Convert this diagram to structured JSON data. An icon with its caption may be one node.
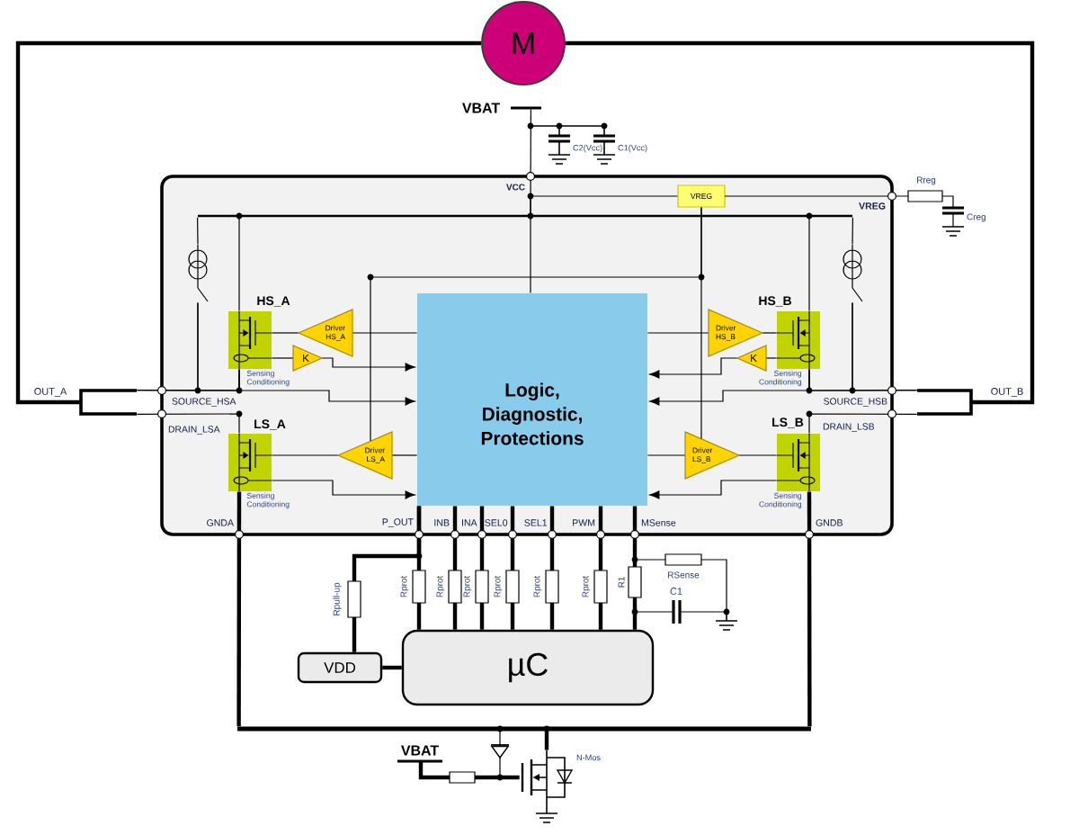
{
  "diagram": {
    "nodes": [
      {
        "text": [
          "M"
        ]
      },
      {
        "text": [],
        "shape": "box"
      },
      {
        "text": [
          "VREG"
        ],
        "in": 1
      },
      {
        "text": [
          "Logic, Diagnostic, Protections"
        ],
        "in": 1
      },
      {
        "text": [
          "HS_A"
        ],
        "beside": [
          "Sensing Conditioning"
        ],
        "in": 1
      },
      {
        "text": [
          "Driver HS_A"
        ],
        "in": 1
      },
      {
        "text": [
          "K"
        ],
        "in": 1
      },
      {
        "text": [
          "HS_B"
        ],
        "beside": [
          "Sensing Conditioning"
        ],
        "in": 1
      },
      {
        "text": [
          "Driver HS_B"
        ],
        "in": 1
      },
      {
        "text": [
          "K"
        ],
        "in": 1
      },
      {
        "text": [
          "LS_A"
        ],
        "beside": [
          "Sensing Conditioning"
        ],
        "in": 1
      },
      {
        "text": [
          "Driver LS_A"
        ],
        "in": 1
      },
      {
        "text": [
          "LS_B"
        ],
        "beside": [
          "Sensing Conditioning"
        ],
        "in": 1
      },
      {
        "text": [
          "Driver LS_B"
        ],
        "in": 1
      },
      {
        "text": [
          "VDD"
        ]
      },
      {
        "text": [
          "µC"
        ]
      },
      {
        "text": [
          "OUT_A"
        ]
      },
      {
        "text": [
          "OUT_B"
        ]
      },
      {
        "text": [],
        "shape": "bar",
        "in": 1
      },
      {
        "text": [],
        "shape": "circle",
        "in": 1
      },
      {
        "text": [],
        "shape": "circle",
        "in": 1
      },
      {
        "text": [],
        "shape": "bar"
      },
      {
        "text": [],
        "shape": "transistor",
        "beside": [
          "N-Mos"
        ]
      },
      {
        "text": [
          "VBAT"
        ]
      },
      {
        "text": [
          "VBAT"
        ]
      }
    ],
    "edges": [
      {
        "from": 0,
        "to": 16,
        "arrow": "none",
        "style": "thick"
      },
      {
        "from": 0,
        "to": 17,
        "arrow": "none",
        "style": "thick"
      },
      {
        "from": 3,
        "to": 5,
        "arrow": "none"
      },
      {
        "from": 5,
        "to": 4,
        "arrow": "none"
      },
      {
        "from": 4,
        "to": 6,
        "arrow": "none"
      },
      {
        "from": 6,
        "to": 3,
        "arrow": "to"
      },
      {
        "from": 4,
        "to": 3,
        "arrow": "to"
      },
      {
        "from": 3,
        "to": 8,
        "arrow": "none"
      },
      {
        "from": 8,
        "to": 7,
        "arrow": "none"
      },
      {
        "from": 7,
        "to": 9,
        "arrow": "none"
      },
      {
        "from": 9,
        "to": 3,
        "arrow": "to"
      },
      {
        "from": 7,
        "to": 3,
        "arrow": "to"
      },
      {
        "from": 3,
        "to": 11,
        "arrow": "none"
      },
      {
        "from": 11,
        "to": 10,
        "arrow": "none"
      },
      {
        "from": 10,
        "to": 3,
        "arrow": "to"
      },
      {
        "from": 3,
        "to": 13,
        "arrow": "none"
      },
      {
        "from": 13,
        "to": 12,
        "arrow": "none"
      },
      {
        "from": 12,
        "to": 3,
        "arrow": "to"
      },
      {
        "from": 2,
        "to": 11,
        "arrow": "none"
      },
      {
        "from": 2,
        "to": 13,
        "arrow": "none"
      },
      {
        "from": 14,
        "to": 15,
        "arrow": "none",
        "style": "thick"
      },
      {
        "from": 14,
        "to": 3,
        "arrow": "none",
        "style": "thick"
      },
      {
        "from": 15,
        "to": 3,
        "arrow": "none",
        "style": "thick"
      },
      {
        "from": 15,
        "to": 3,
        "arrow": "none",
        "style": "thick"
      },
      {
        "from": 15,
        "to": 3,
        "arrow": "none",
        "style": "thick"
      },
      {
        "from": 15,
        "to": 3,
        "arrow": "none",
        "style": "thick"
      },
      {
        "from": 15,
        "to": 3,
        "arrow": "none",
        "style": "thick"
      },
      {
        "from": 15,
        "to": 3,
        "arrow": "none",
        "style": "thick"
      },
      {
        "from": 15,
        "to": 3,
        "arrow": "none",
        "style": "thick"
      },
      {
        "from": 10,
        "to": 21,
        "arrow": "none",
        "style": "thick"
      },
      {
        "from": 12,
        "to": 21,
        "arrow": "none",
        "style": "thick"
      },
      {
        "from": 16,
        "to": 4,
        "arrow": "none"
      },
      {
        "from": 16,
        "to": 10,
        "arrow": "none"
      },
      {
        "from": 17,
        "to": 7,
        "arrow": "none"
      },
      {
        "from": 17,
        "to": 12,
        "arrow": "none"
      },
      {
        "from": 18,
        "to": 4,
        "arrow": "none"
      },
      {
        "from": 18,
        "to": 7,
        "arrow": "none"
      },
      {
        "from": 18,
        "to": 19,
        "arrow": "none"
      },
      {
        "from": 18,
        "to": 20,
        "arrow": "none"
      },
      {
        "from": 19,
        "to": 4,
        "arrow": "none"
      },
      {
        "from": 19,
        "to": 16,
        "arrow": "none"
      },
      {
        "from": 20,
        "to": 7,
        "arrow": "none"
      },
      {
        "from": 20,
        "to": 17,
        "arrow": "none"
      },
      {
        "from": 23,
        "to": 18,
        "arrow": "none"
      },
      {
        "from": 2,
        "to": 18,
        "arrow": "none"
      },
      {
        "from": 18,
        "to": 3,
        "arrow": "none"
      },
      {
        "from": 21,
        "to": 22,
        "arrow": "none"
      },
      {
        "from": 22,
        "to": 21,
        "arrow": "none",
        "style": "thick"
      },
      {
        "from": 24,
        "to": 22,
        "arrow": "none",
        "style": "thick"
      }
    ],
    "labels": [
      "C2(Vcc)",
      "C1(Vcc)",
      "Rreg",
      "VCC",
      "VREG",
      "Creg",
      "SOURCE_HSA",
      "SOURCE_HSB",
      "DRAIN_LSA",
      "DRAIN_LSB",
      "GNDA",
      "P_OUT",
      "INB",
      "INA",
      "SEL0",
      "SEL1",
      "PWM",
      "MSense",
      "GNDB",
      "RSense",
      "Rpull-up",
      "Rprot",
      "Rprot",
      "Rprot",
      "Rprot",
      "Rprot",
      "Rprot",
      "R1",
      "C1"
    ]
  }
}
